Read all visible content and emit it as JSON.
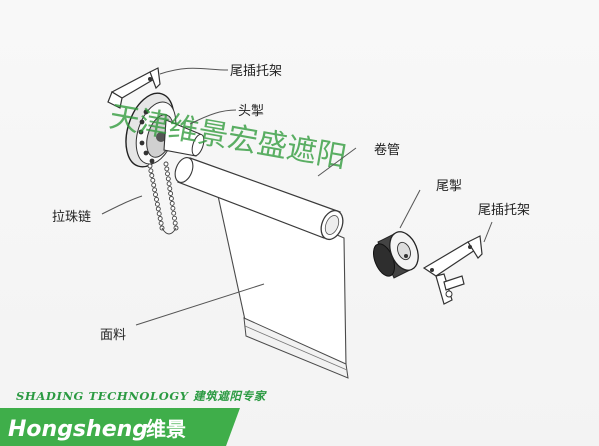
{
  "labels": {
    "tail_bracket_left": "尾插托架",
    "head_bracket": "头掣",
    "tube": "卷管",
    "tail_end": "尾掣",
    "tail_bracket_right": "尾插托架",
    "bead_chain": "拉珠链",
    "fabric": "面料"
  },
  "watermark": "天津维景宏盛遮阳",
  "footer": {
    "tagline": "SHADING TECHNOLOGY 建筑遮阳专家",
    "brand": "Hongsheng",
    "brand_cn": "维景"
  }
}
